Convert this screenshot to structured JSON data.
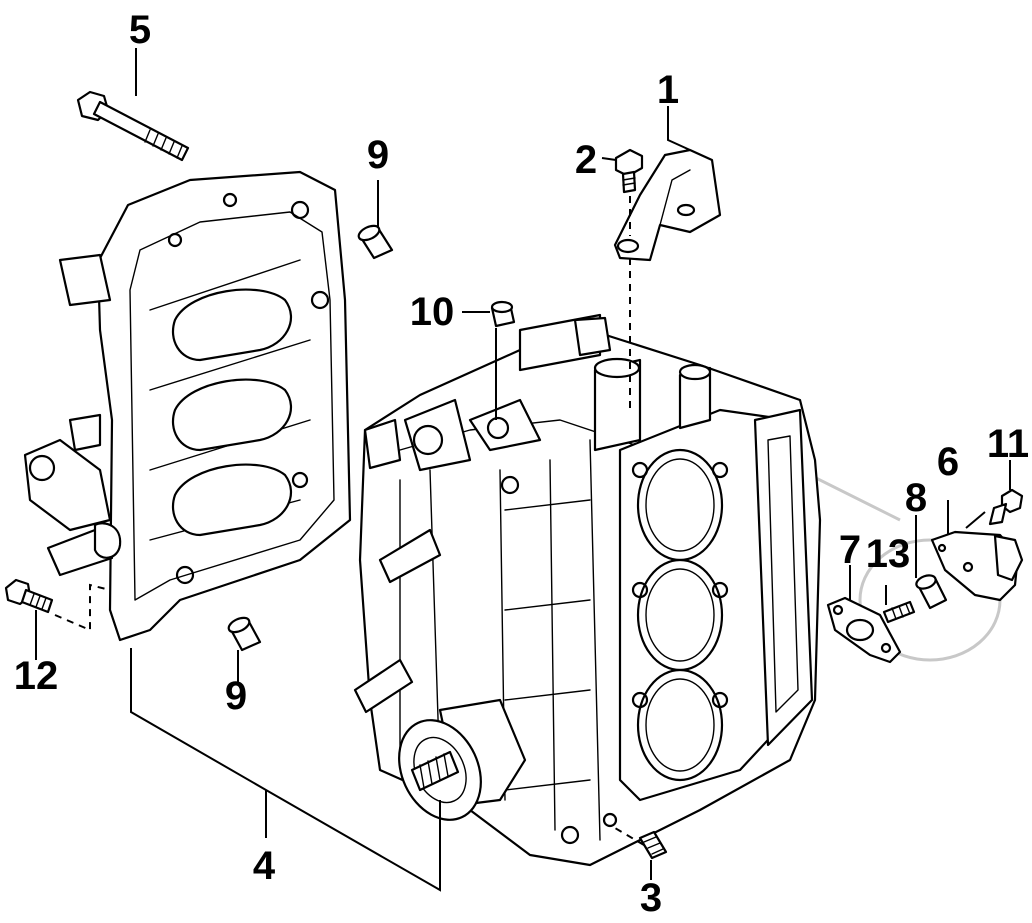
{
  "callouts": [
    {
      "id": "1",
      "label": "1"
    },
    {
      "id": "2",
      "label": "2"
    },
    {
      "id": "3",
      "label": "3"
    },
    {
      "id": "4",
      "label": "4"
    },
    {
      "id": "5",
      "label": "5"
    },
    {
      "id": "6",
      "label": "6"
    },
    {
      "id": "7",
      "label": "7"
    },
    {
      "id": "8",
      "label": "8"
    },
    {
      "id": "9a",
      "label": "9"
    },
    {
      "id": "9b",
      "label": "9"
    },
    {
      "id": "10",
      "label": "10"
    },
    {
      "id": "11",
      "label": "11"
    },
    {
      "id": "12",
      "label": "12"
    },
    {
      "id": "13",
      "label": "13"
    }
  ]
}
